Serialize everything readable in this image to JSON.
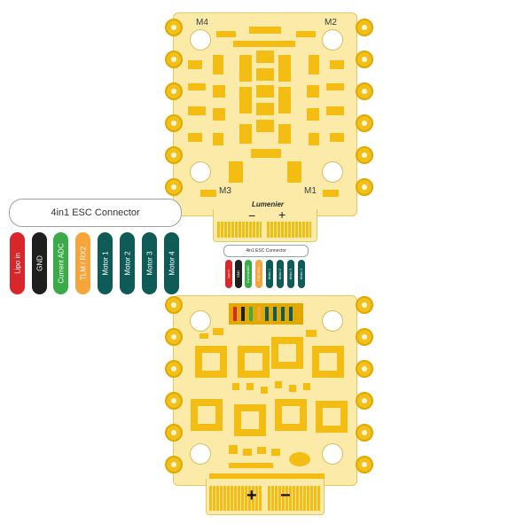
{
  "connector": {
    "title": "4in1 ESC Connector",
    "pins": [
      {
        "label": "Lipo in",
        "color": "#d9262b"
      },
      {
        "label": "GND",
        "color": "#1f1f1f"
      },
      {
        "label": "Current ADC",
        "color": "#3aab48"
      },
      {
        "label": "TLM / RX2",
        "color": "#f5a53c"
      },
      {
        "label": "Motor 1",
        "color": "#0f5b57"
      },
      {
        "label": "Motor 2",
        "color": "#0f5b57"
      },
      {
        "label": "Motor 3",
        "color": "#0f5b57"
      },
      {
        "label": "Motor 4",
        "color": "#0f5b57"
      }
    ]
  },
  "top_board": {
    "motors": {
      "m1": "M1",
      "m2": "M2",
      "m3": "M3",
      "m4": "M4"
    },
    "minus": "−",
    "plus": "+",
    "logo": "Lumenier"
  },
  "bottom_board": {
    "plus": "+",
    "minus": "−"
  },
  "colors": {
    "board": "#fbeaa8",
    "copper": "#f4bd13",
    "outline": "#e3c866"
  }
}
